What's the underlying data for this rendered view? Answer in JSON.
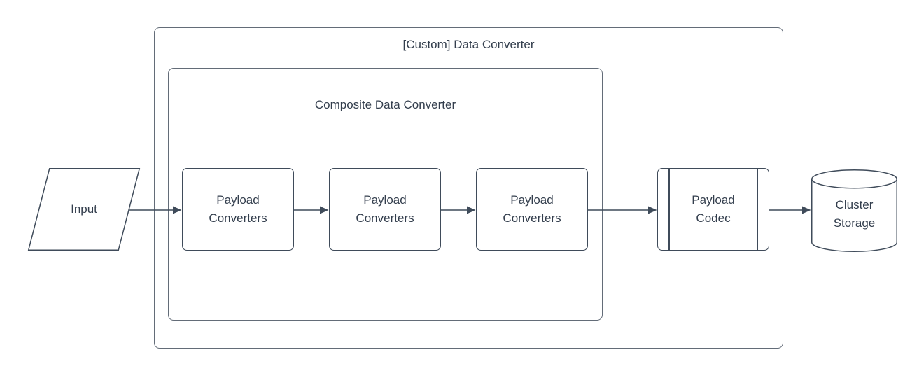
{
  "colors": {
    "stroke": "#3f4b5a",
    "container-stroke": "#636c78",
    "text": "#333e4d",
    "bg": "#ffffff"
  },
  "outer_container": {
    "label": "[Custom] Data Converter"
  },
  "inner_container": {
    "label": "Composite Data Converter"
  },
  "nodes": {
    "input": {
      "label": "Input",
      "shape": "parallelogram"
    },
    "payload_converter_1": {
      "label": "Payload\nConverters",
      "shape": "rounded-rectangle"
    },
    "payload_converter_2": {
      "label": "Payload\nConverters",
      "shape": "rounded-rectangle"
    },
    "payload_converter_3": {
      "label": "Payload\nConverters",
      "shape": "rounded-rectangle"
    },
    "payload_codec": {
      "label": "Payload\nCodec",
      "shape": "process"
    },
    "cluster_storage": {
      "label": "Cluster\nStorage",
      "shape": "cylinder"
    }
  },
  "edges": [
    {
      "from": "input",
      "to": "payload_converter_1"
    },
    {
      "from": "payload_converter_1",
      "to": "payload_converter_2"
    },
    {
      "from": "payload_converter_2",
      "to": "payload_converter_3"
    },
    {
      "from": "payload_converter_3",
      "to": "payload_codec"
    },
    {
      "from": "payload_codec",
      "to": "cluster_storage"
    }
  ]
}
